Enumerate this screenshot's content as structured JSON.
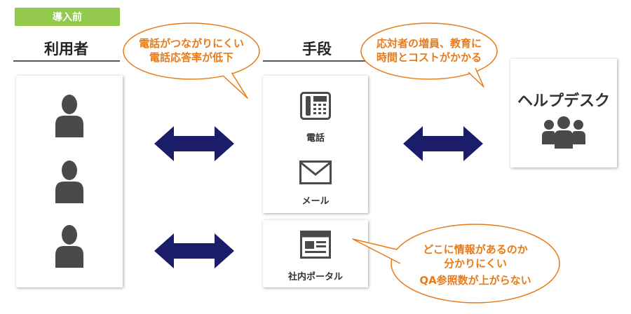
{
  "badge": "導入前",
  "headings": {
    "users": "利用者",
    "means": "手段"
  },
  "means": {
    "phone": "電話",
    "mail": "メール",
    "portal": "社内ポータル"
  },
  "helpdesk": {
    "title": "ヘルプデスク"
  },
  "bubbles": {
    "phone_issue": [
      "電話がつながりにくい",
      "電話応答率が低下"
    ],
    "staff_issue": [
      "応対者の増員、教育に",
      "時間とコストがかかる"
    ],
    "portal_issue": [
      "どこに情報があるのか",
      "分かりにくい",
      "QA参照数が上がらない"
    ]
  },
  "colors": {
    "badge": "#93c94d",
    "bubble_border": "#e97a17",
    "bubble_text": "#e97a17",
    "arrow": "#1b1d6b",
    "icon": "#4a4a4a"
  },
  "icons": [
    "user-icon",
    "telephone-icon",
    "envelope-icon",
    "portal-window-icon",
    "team-icon",
    "double-arrow-icon"
  ]
}
